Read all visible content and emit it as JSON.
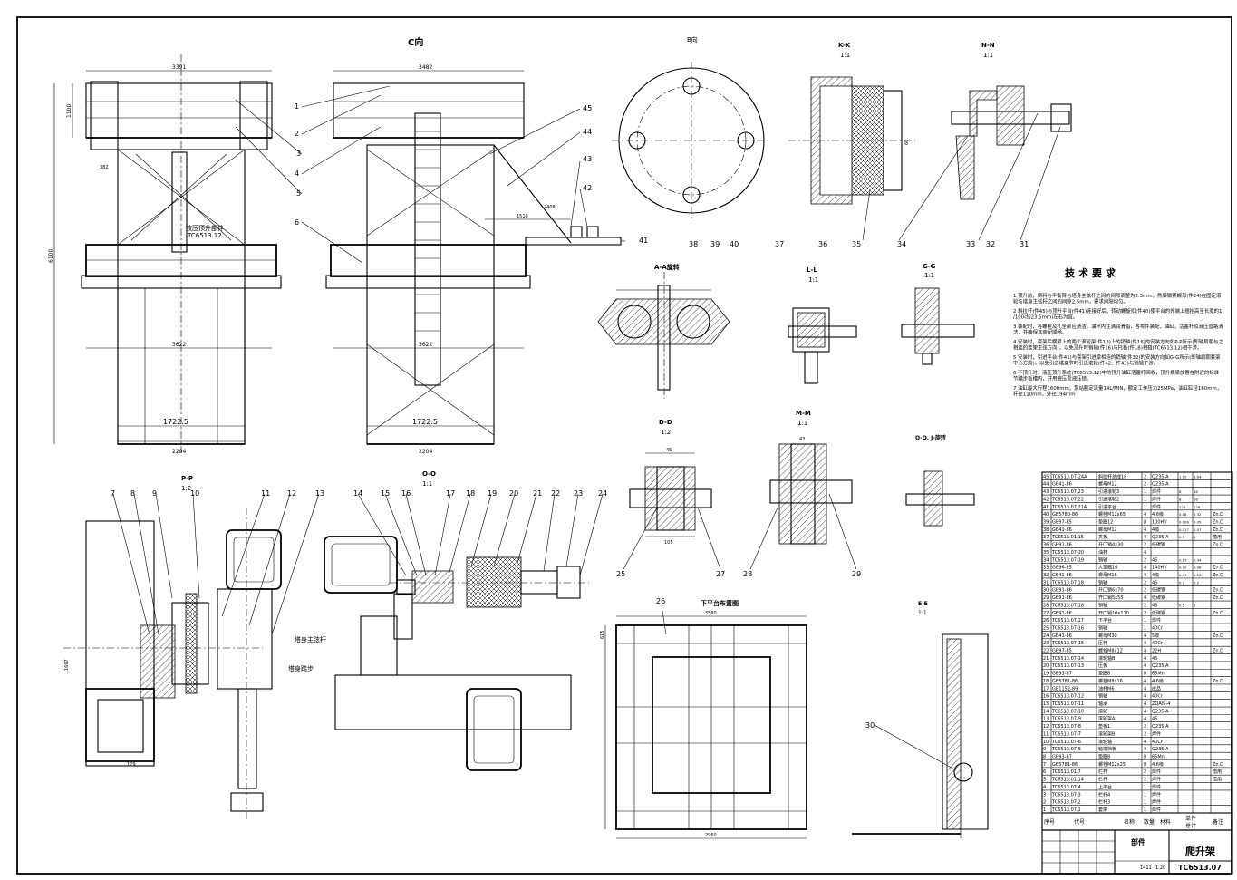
{
  "views": {
    "c_view": "C向",
    "a_a": "A-A旋转",
    "b_b": "B向",
    "k_k": "K-K",
    "k_k_scale": "1:1",
    "n_n": "N-N",
    "n_n_scale": "1:1",
    "l_l": "L-L",
    "l_l_scale": "1:1",
    "g_g": "G-G",
    "g_g_scale": "1:1",
    "p_p": "P-P",
    "p_p_scale": "1:2",
    "o_o": "O-O",
    "o_o_scale": "1:1",
    "d_d": "D-D",
    "d_d_scale": "1:2",
    "m_m": "M-M",
    "m_m_scale": "1:1",
    "q_q": "Q-Q, J-旋转",
    "e_e": "E-E",
    "e_e_scale": "1:1",
    "lower_platform": "下平台布置图"
  },
  "annotations": {
    "hydraulic_top": "液压顶升部件",
    "hydraulic_code": "TC6513.12",
    "tower_chord": "塔身主弦杆",
    "tower_step": "塔身踏步"
  },
  "dimensions": {
    "d3391": "3391",
    "d3482": "3482",
    "d1100": "1100",
    "d3622": "3622",
    "d3622b": "3622",
    "d1722a": "1722.5",
    "d1722b": "1722.5",
    "d2204a": "2204",
    "d2204b": "2204",
    "d6100": "6100",
    "d1510": "1510",
    "d2408": "2408",
    "d3580": "3580",
    "d2960": "2960",
    "d615": "615",
    "d60": "60",
    "d45": "45",
    "d105": "105",
    "d43": "43",
    "d1667": "1667",
    "d129": "129",
    "d382": "382"
  },
  "callouts": [
    "1",
    "2",
    "3",
    "4",
    "5",
    "6",
    "7",
    "8",
    "9",
    "10",
    "11",
    "12",
    "13",
    "14",
    "15",
    "16",
    "17",
    "18",
    "19",
    "20",
    "21",
    "22",
    "23",
    "24",
    "25",
    "26",
    "27",
    "28",
    "29",
    "30",
    "31",
    "32",
    "33",
    "34",
    "35",
    "36",
    "37",
    "38",
    "39",
    "40",
    "41",
    "42",
    "43",
    "44",
    "45"
  ],
  "tech_requirements": {
    "title": "技术要求",
    "items": [
      "1 顶升前，倒料与平衡臂与塔身主弦杆之间的间隙调整为2.3mm，然后锁紧螺母(件24)在固定滚轮与塔身主弦杆之间的间隙2.5mm，要求间隙均匀。",
      "2 斜拉杆(件45)与顶升平台(件41)连接好后，转动螺旋扣(件40)使平台的外端上翘抬高至长度的1/100(约23.5mm)左右为宜。",
      "3 装配时，各螺栓及孔全部应清洁，油杯内注满润滑脂，各零件装配，油缸，活塞杆及液压管路清洁，并确保其装配顺畅。",
      "4 安装时，套架后横梁上的两个滚轮架(件13)上的销轴(件16)的安装方向如P-P所示(即轴肩朝与之相连的套架主弦方向)，以免顶升时销轴(件16)与托板(件18)相碰(TC6513.12)相干涉。",
      "5 安装时，引进平台(件41)与套架引进梁相连的销轴(件32)的安装方向如G-G所示(即轴肩朝套架中心方向)，以免引进塔身节时引进滚轮(件42、件43)与销轴干涉。",
      "6 不顶升时，液压顶升系统(TC6513.12)中的顶升油缸活塞杆回收，顶升横梁放置在附近的标准节踏步板槽内，并用液压泵液压锁。",
      "7 油缸最大行程1600mm，泵站额定流量14L/MIN，额定工作压力25MPa，油缸缸径160mm，杆径110mm，外径194mm"
    ]
  },
  "parts_list": {
    "rows": [
      {
        "no": "45",
        "code": "TC6513.07-24A",
        "name": "斜拉杆总成18",
        "qty": "2",
        "material": "Q235-A",
        "weight": "1.02",
        "total": "6.64",
        "note": ""
      },
      {
        "no": "44",
        "code": "GB41-86",
        "name": "螺母M12",
        "qty": "2",
        "material": "Q235-A",
        "weight": "",
        "total": "",
        "note": ""
      },
      {
        "no": "43",
        "code": "TC6513.07.23",
        "name": "引进滚轮3",
        "qty": "1",
        "material": "焊件",
        "weight": "8",
        "total": "16",
        "note": ""
      },
      {
        "no": "42",
        "code": "TC6513.07.22",
        "name": "引进滚轮2",
        "qty": "1",
        "material": "焊件",
        "weight": "8",
        "total": "16",
        "note": ""
      },
      {
        "no": "41",
        "code": "TC6513.07.21A",
        "name": "引进平台",
        "qty": "1",
        "material": "焊件",
        "weight": "126",
        "total": "126",
        "note": ""
      },
      {
        "no": "40",
        "code": "GB5780-86",
        "name": "螺栓M12x65",
        "qty": "4",
        "material": "4.6级",
        "weight": "0.08",
        "total": "0.32",
        "note": "Zn.D"
      },
      {
        "no": "39",
        "code": "GB97-85",
        "name": "垫圈12",
        "qty": "8",
        "material": "100HV",
        "weight": "0.006",
        "note": "Zn.D",
        "total": "0.05"
      },
      {
        "no": "38",
        "code": "GB41-86",
        "name": "螺母M12",
        "qty": "4",
        "material": "4级",
        "weight": "0.017",
        "total": "0.07",
        "note": "Zn.D"
      },
      {
        "no": "37",
        "code": "TC6513.01.15",
        "name": "夹板",
        "qty": "4",
        "material": "Q235-A",
        "weight": "0.5",
        "total": "2",
        "note": "借用"
      },
      {
        "no": "36",
        "code": "GB91-86",
        "name": "开口销4x30",
        "qty": "2",
        "material": "低碳钢",
        "weight": "",
        "total": "",
        "note": "Zn.D"
      },
      {
        "no": "35",
        "code": "TC6513.07-20",
        "name": "油杯",
        "qty": "4",
        "material": "",
        "weight": "",
        "total": "",
        "note": ""
      },
      {
        "no": "34",
        "code": "TC6513.07-19",
        "name": "销轴",
        "qty": "2",
        "material": "45",
        "weight": "0.17",
        "total": "0.34",
        "note": ""
      },
      {
        "no": "33",
        "code": "GB96-85",
        "name": "大垫圈16",
        "qty": "4",
        "material": "140HV",
        "weight": "0.02",
        "total": "0.08",
        "note": "Zn.D"
      },
      {
        "no": "32",
        "code": "GB41-86",
        "name": "螺母M16",
        "qty": "4",
        "material": "4级",
        "weight": "0.03",
        "total": "0.12",
        "note": "Zn.D"
      },
      {
        "no": "31",
        "code": "TC6513.07.18",
        "name": "销轴",
        "qty": "2",
        "material": "45",
        "weight": "0.1",
        "total": "0.2",
        "note": ""
      },
      {
        "no": "30",
        "code": "GB91-86",
        "name": "开口销6x70",
        "qty": "2",
        "material": "低碳钢",
        "weight": "",
        "total": "",
        "note": "Zn.D"
      },
      {
        "no": "29",
        "code": "GB91-86",
        "name": "开口销5x55",
        "qty": "4",
        "material": "低碳钢",
        "weight": "",
        "total": "",
        "note": "Zn.D"
      },
      {
        "no": "28",
        "code": "TC6513.07-18",
        "name": "销轴",
        "qty": "2",
        "material": "45",
        "weight": "0.5",
        "total": "1",
        "note": ""
      },
      {
        "no": "27",
        "code": "GB91-86",
        "name": "开口销10x120",
        "qty": "2",
        "material": "低碳钢",
        "weight": "",
        "total": "",
        "note": "Zn.D"
      },
      {
        "no": "26",
        "code": "TC6513.07.17",
        "name": "下平台",
        "qty": "1",
        "material": "焊件",
        "weight": "",
        "total": "",
        "note": ""
      },
      {
        "no": "25",
        "code": "TC6513.07-16",
        "name": "销轴",
        "qty": "1",
        "material": "40Cr",
        "weight": "",
        "total": "",
        "note": ""
      },
      {
        "no": "24",
        "code": "GB41-86",
        "name": "螺母M30",
        "qty": "4",
        "material": "5级",
        "weight": "",
        "total": "",
        "note": "Zn.D"
      },
      {
        "no": "23",
        "code": "TC6513.07-15",
        "name": "压杆",
        "qty": "4",
        "material": "40Cr",
        "weight": "",
        "total": "",
        "note": ""
      },
      {
        "no": "22",
        "code": "GB97-85",
        "name": "螺栓M8x12",
        "qty": "4",
        "material": "22H",
        "weight": "",
        "total": "",
        "note": "Zn.D"
      },
      {
        "no": "21",
        "code": "TC6513.07-14",
        "name": "滚轮轴B",
        "qty": "4",
        "material": "45",
        "weight": "",
        "total": "",
        "note": ""
      },
      {
        "no": "20",
        "code": "TC6513.07-13",
        "name": "压板",
        "qty": "4",
        "material": "Q235-A",
        "weight": "",
        "total": "",
        "note": ""
      },
      {
        "no": "19",
        "code": "GB93-87",
        "name": "垫圈8",
        "qty": "8",
        "material": "65Mn",
        "weight": "",
        "total": "",
        "note": ""
      },
      {
        "no": "18",
        "code": "GB5781-86",
        "name": "螺栓M8x16",
        "qty": "4",
        "material": "4.6级",
        "weight": "",
        "total": "",
        "note": "Zn.D"
      },
      {
        "no": "17",
        "code": "GB1152-89",
        "name": "油杯M6",
        "qty": "4",
        "material": "成品",
        "weight": "",
        "total": "",
        "note": ""
      },
      {
        "no": "16",
        "code": "TC6513.07-12",
        "name": "销轴",
        "qty": "4",
        "material": "40Cr",
        "weight": "",
        "total": "",
        "note": ""
      },
      {
        "no": "15",
        "code": "TC6513.07-11",
        "name": "轴承",
        "qty": "4",
        "material": "ZQAl9-4",
        "weight": "",
        "total": "",
        "note": ""
      },
      {
        "no": "14",
        "code": "TC6513.07-10",
        "name": "滚轮",
        "qty": "4",
        "material": "Q235-A",
        "weight": "",
        "total": "",
        "note": ""
      },
      {
        "no": "13",
        "code": "TC6513.07-9",
        "name": "滚轮架A",
        "qty": "4",
        "material": "45",
        "weight": "",
        "total": "",
        "note": ""
      },
      {
        "no": "12",
        "code": "TC6513.07-8",
        "name": "垫板1",
        "qty": "2",
        "material": "Q235-A",
        "weight": "",
        "total": "",
        "note": ""
      },
      {
        "no": "11",
        "code": "TC6513.07-7",
        "name": "滚轮架B",
        "qty": "2",
        "material": "焊件",
        "weight": "",
        "total": "",
        "note": ""
      },
      {
        "no": "10",
        "code": "TC6513.07-6",
        "name": "滚轮轴",
        "qty": "4",
        "material": "40Cr",
        "weight": "",
        "total": "",
        "note": ""
      },
      {
        "no": "9",
        "code": "TC6513.07-5",
        "name": "轴端挡板",
        "qty": "4",
        "material": "Q235-A",
        "weight": "",
        "total": "",
        "note": ""
      },
      {
        "no": "8",
        "code": "GB93-87",
        "name": "垫圈8",
        "qty": "8",
        "material": "65Mn",
        "weight": "",
        "total": "",
        "note": ""
      },
      {
        "no": "7",
        "code": "GB5781-86",
        "name": "螺栓M12x25",
        "qty": "8",
        "material": "4.6级",
        "weight": "",
        "total": "",
        "note": "Zn.D"
      },
      {
        "no": "6",
        "code": "TC6513.01.7",
        "name": "栏杆",
        "qty": "2",
        "material": "焊件",
        "weight": "",
        "total": "",
        "note": "借用"
      },
      {
        "no": "5",
        "code": "TC6513.01.14",
        "name": "栏杆",
        "qty": "2",
        "material": "焊件",
        "weight": "",
        "total": "",
        "note": "借用"
      },
      {
        "no": "4",
        "code": "TC6513.07.4",
        "name": "上平台",
        "qty": "1",
        "material": "焊件",
        "weight": "",
        "total": "",
        "note": ""
      },
      {
        "no": "3",
        "code": "TC6513.07.3",
        "name": "栏杆4",
        "qty": "1",
        "material": "焊件",
        "weight": "",
        "total": "",
        "note": ""
      },
      {
        "no": "2",
        "code": "TC6513.07.2",
        "name": "栏杆3",
        "qty": "1",
        "material": "焊件",
        "weight": "",
        "total": "",
        "note": ""
      },
      {
        "no": "1",
        "code": "TC6513.07.1",
        "name": "套架",
        "qty": "1",
        "material": "焊件",
        "weight": "",
        "total": "",
        "note": ""
      }
    ],
    "header": [
      "序号",
      "代号",
      "名称",
      "数量",
      "材料",
      "单件",
      "总计",
      "备注"
    ]
  },
  "title_block": {
    "category": "部件",
    "drawing_name": "爬升架",
    "drawing_code": "TC6513.07",
    "scale": "1:20",
    "weight": "1411"
  },
  "colors": {
    "ink": "#000000",
    "paper": "#ffffff"
  }
}
